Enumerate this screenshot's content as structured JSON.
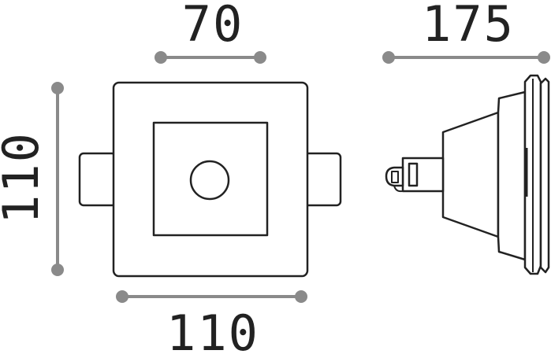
{
  "dimensions": {
    "top_width": "70",
    "side_depth": "175",
    "height": "110",
    "bottom_width": "110"
  },
  "colors": {
    "line": "#222222",
    "dimension": "#8a8a8a"
  }
}
